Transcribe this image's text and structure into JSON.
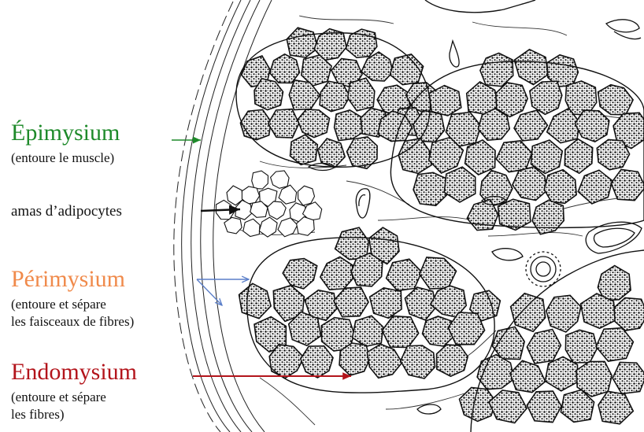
{
  "colors": {
    "epimysium": "#1e8a2a",
    "perimysium": "#f08a4b",
    "endomysium": "#b3141b",
    "perimysium_arrow": "#5b7fc9",
    "ink": "#111111"
  },
  "labels": {
    "epimysium": {
      "title": "Épimysium",
      "desc": "(entoure le muscle)"
    },
    "adipocytes": {
      "title": "amas d’adipocytes"
    },
    "perimysium": {
      "title": "Périmysium",
      "desc_line1": "(entoure et sépare",
      "desc_line2": "les faisceaux de fibres)"
    },
    "endomysium": {
      "title": "Endomysium",
      "desc_line1": "(entoure et sépare",
      "desc_line2": "les fibres)"
    }
  }
}
